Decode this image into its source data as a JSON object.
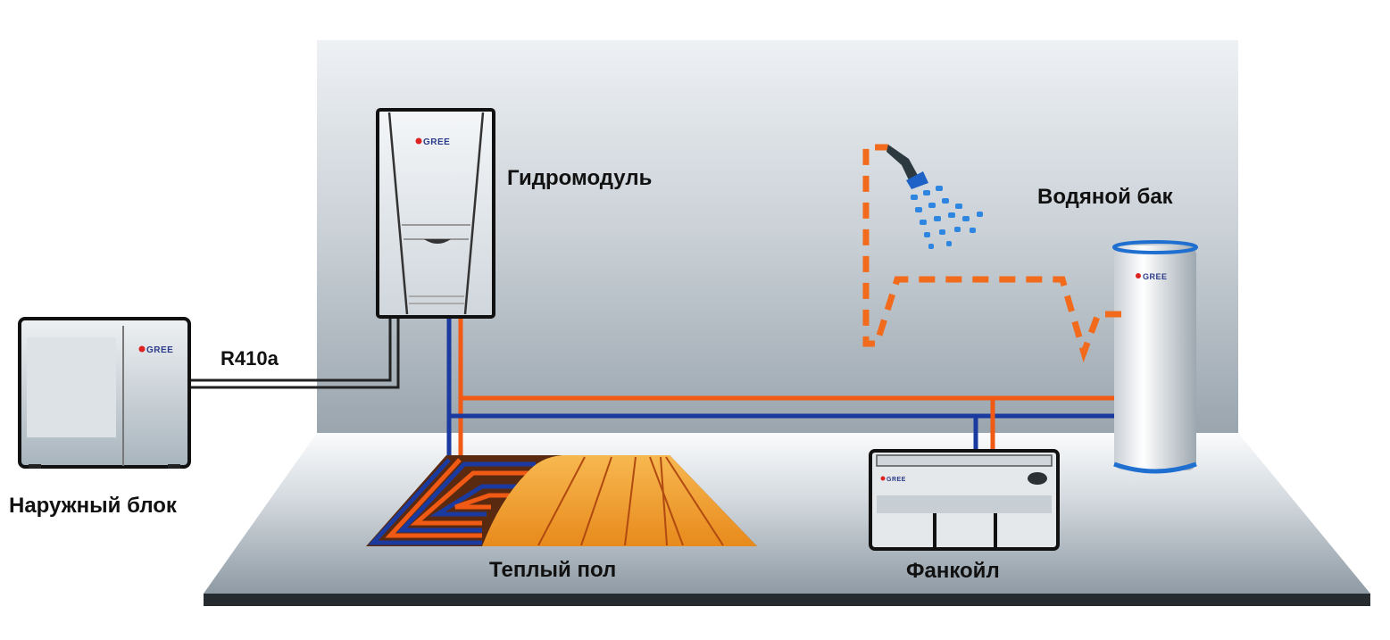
{
  "labels": {
    "outdoor_unit": "Наружный блок",
    "refrigerant": "R410a",
    "hydromodule": "Гидромодуль",
    "water_tank": "Водяной бак",
    "floor_heating": "Теплый пол",
    "fancoil": "Фанкойл"
  },
  "brand": "GREE",
  "colors": {
    "hot_pipe": "#f05a14",
    "cold_pipe": "#1a3aa0",
    "refrigerant_pipe": "#222222",
    "dhw_dashed": "#f26a1b",
    "shower_water": "#2e86e0",
    "floor_wood": "#f0a030",
    "wall": "#c8d0d6",
    "tank_rim": "#1f6fd0"
  }
}
